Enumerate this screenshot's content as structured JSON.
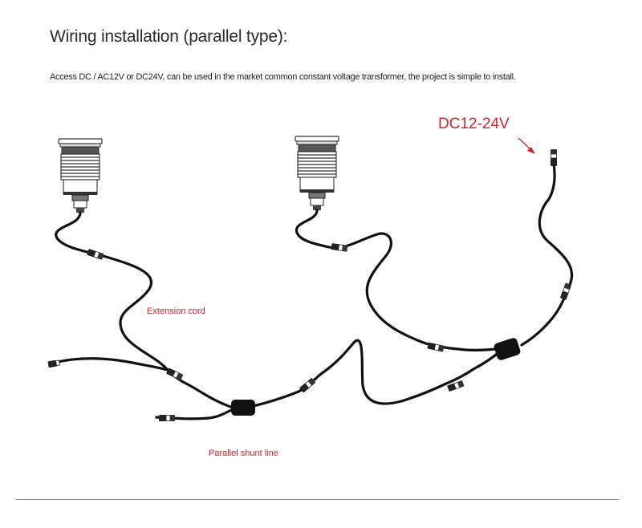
{
  "title": "Wiring installation (parallel type):",
  "subtitle": "Access DC / AC12V or DC24V, can be used in the market common constant voltage transformer, the project is simple to install.",
  "labels": {
    "power": "DC12-24V",
    "extension": "Extension cord",
    "shunt": "Parallel shunt line"
  },
  "colors": {
    "label_red": "#c9272e",
    "cable": "#111111"
  },
  "icons": [
    "downlight-fixture-icon",
    "downlight-fixture-icon",
    "power-connector-icon",
    "shunt-splitter-icon",
    "arrow-icon"
  ]
}
